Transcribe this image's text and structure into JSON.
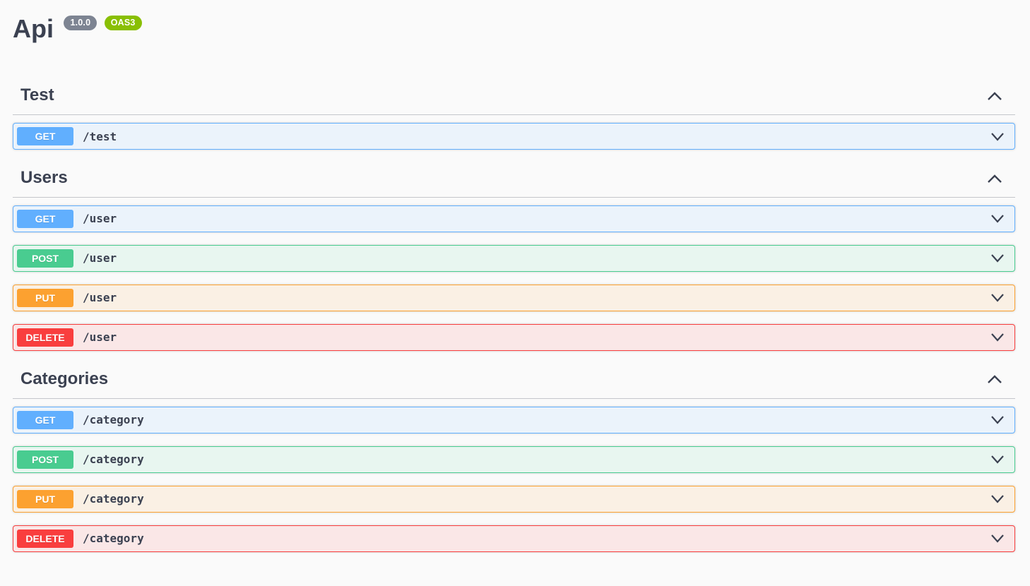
{
  "info": {
    "title": "Api",
    "version_badge": "1.0.0",
    "spec_badge": "OAS3"
  },
  "colors": {
    "page_bg": "#fafafa",
    "text": "#3b4151",
    "version_badge_bg": "#7d8492",
    "spec_badge_bg": "#89bf04",
    "methods": {
      "GET": {
        "accent": "#61affe",
        "bg": "#ebf3fb"
      },
      "POST": {
        "accent": "#49cc90",
        "bg": "#e8f6f0"
      },
      "PUT": {
        "accent": "#fca130",
        "bg": "#faf0e4"
      },
      "DELETE": {
        "accent": "#f93e3e",
        "bg": "#fae7e7"
      }
    }
  },
  "icons": {
    "section_header": "chevron-up",
    "operation_row": "chevron-down"
  },
  "sections": [
    {
      "name": "Test",
      "operations": [
        {
          "method": "GET",
          "path": "/test"
        }
      ]
    },
    {
      "name": "Users",
      "operations": [
        {
          "method": "GET",
          "path": "/user"
        },
        {
          "method": "POST",
          "path": "/user"
        },
        {
          "method": "PUT",
          "path": "/user"
        },
        {
          "method": "DELETE",
          "path": "/user"
        }
      ]
    },
    {
      "name": "Categories",
      "operations": [
        {
          "method": "GET",
          "path": "/category"
        },
        {
          "method": "POST",
          "path": "/category"
        },
        {
          "method": "PUT",
          "path": "/category"
        },
        {
          "method": "DELETE",
          "path": "/category"
        }
      ]
    }
  ]
}
